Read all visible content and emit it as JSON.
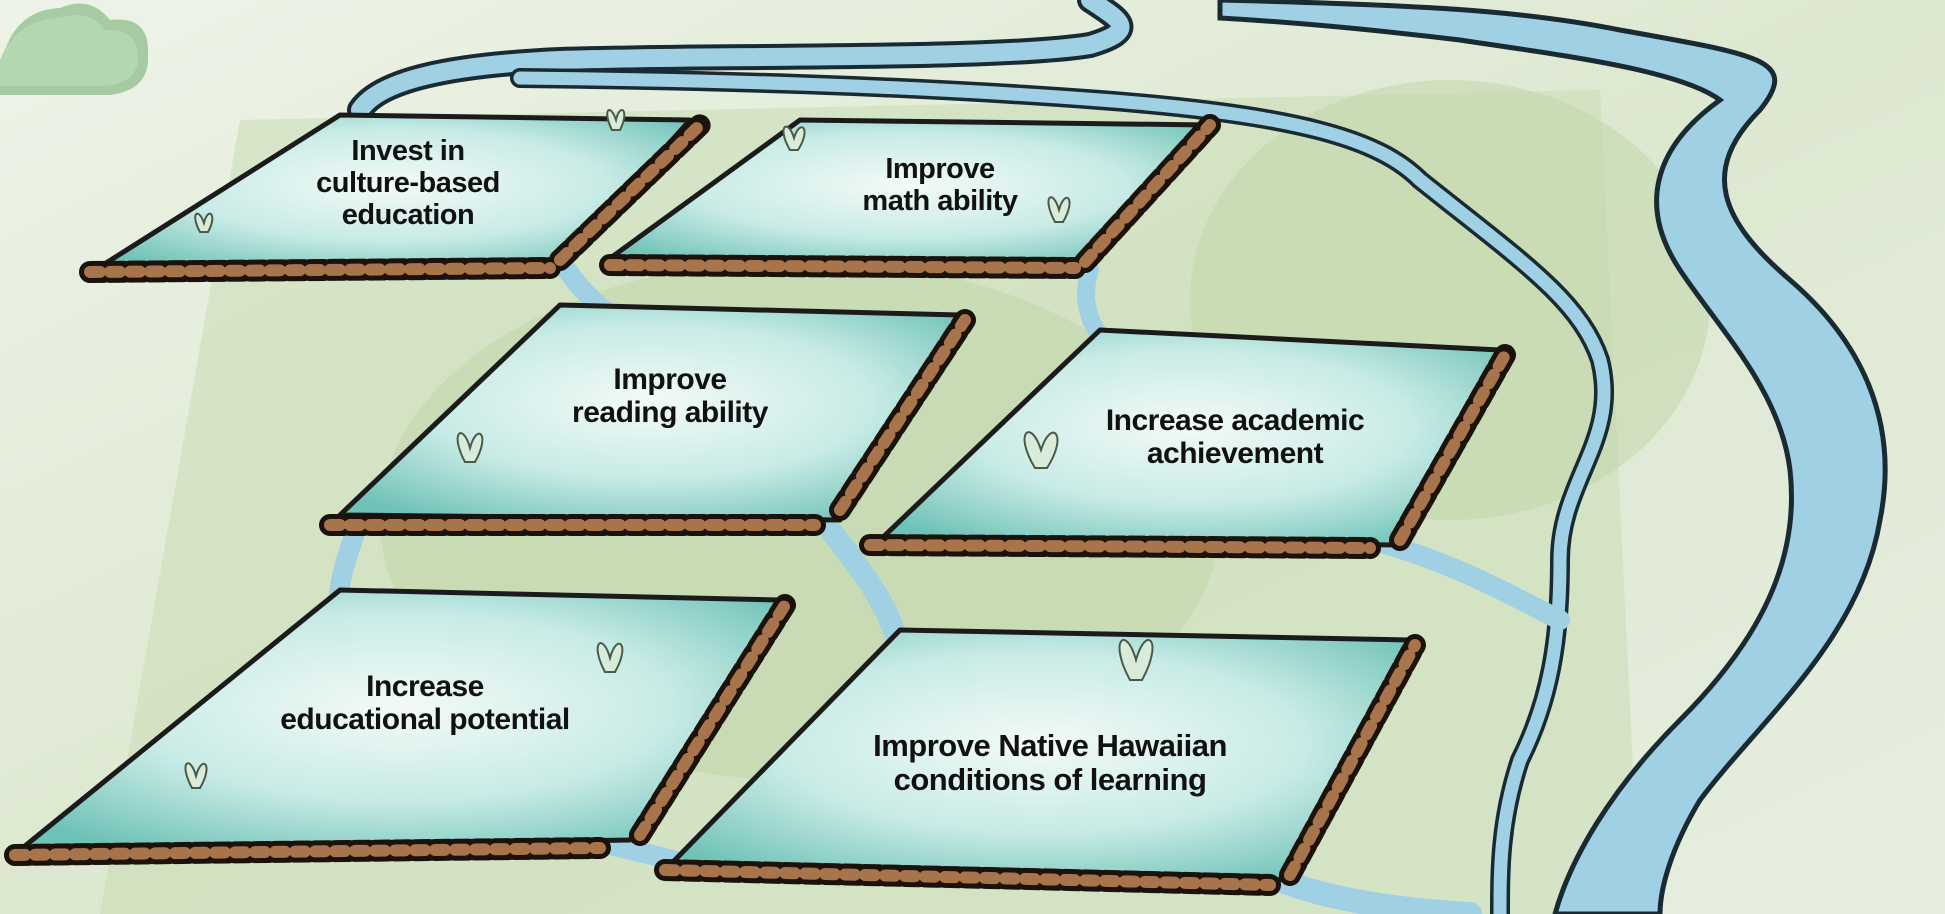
{
  "palette": {
    "background": "#e9efe2",
    "grass": "#c9dcb4",
    "water": "#9fd0e4",
    "water_edge": "#1a2a33",
    "paddy_center": "#f3faf7",
    "paddy_edge": "#7cc9bf",
    "wall_fill": "#9a6a45",
    "wall_stroke": "#1b120c"
  },
  "icons": {
    "paddy_plant": "taro-plant-icon",
    "river": "stream-icon"
  },
  "paddies": [
    {
      "id": "culture",
      "lines": [
        "Invest in",
        "culture-based",
        "education"
      ]
    },
    {
      "id": "math",
      "lines": [
        "Improve",
        "math ability"
      ]
    },
    {
      "id": "reading",
      "lines": [
        "Improve",
        "reading ability"
      ]
    },
    {
      "id": "academic",
      "lines": [
        "Increase academic",
        "achievement"
      ]
    },
    {
      "id": "potential",
      "lines": [
        "Increase",
        "educational potential"
      ]
    },
    {
      "id": "conditions",
      "lines": [
        "Improve Native Hawaiian",
        "conditions of learning"
      ]
    }
  ]
}
